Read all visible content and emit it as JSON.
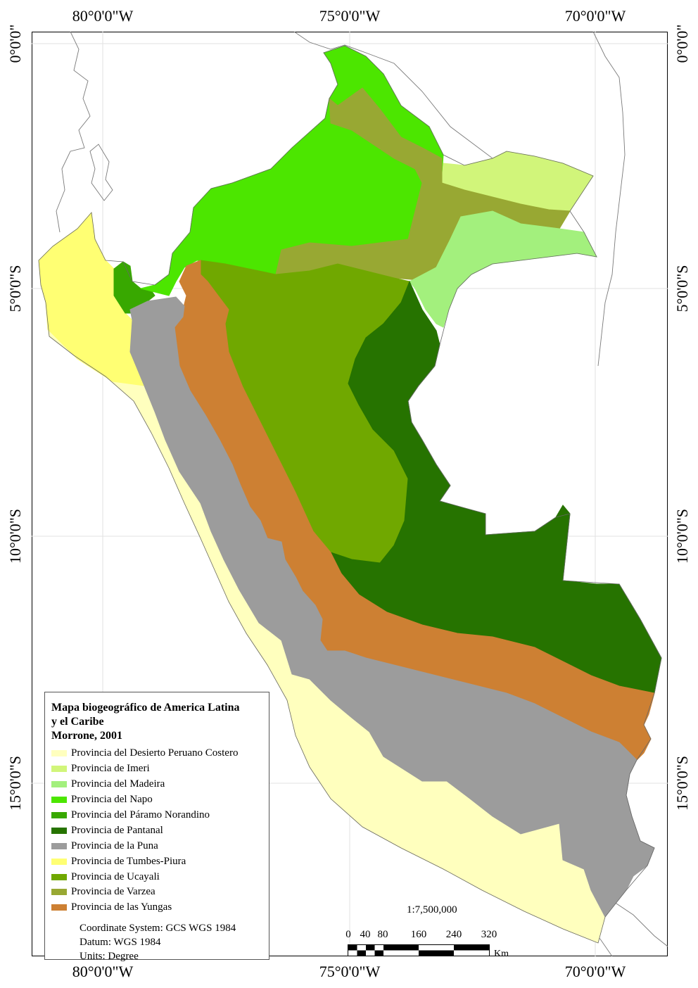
{
  "axes": {
    "top": [
      "80°0'0\"W",
      "75°0'0\"W",
      "70°0'0\"W"
    ],
    "bottom": [
      "80°0'0\"W",
      "75°0'0\"W",
      "70°0'0\"W"
    ],
    "left": [
      "0°0'0\"",
      "5°0'0\"S",
      "10°0'0\"S",
      "15°0'0\"S"
    ],
    "right": [
      "0°0'0\"",
      "5°0'0\"S",
      "10°0'0\"S",
      "15°0'0\"S"
    ]
  },
  "legend": {
    "title_lines": [
      "Mapa biogeográfico de America Latina",
      "y el Caribe",
      "Morrone, 2001"
    ],
    "items": [
      {
        "label": "Provincia del Desierto Peruano Costero",
        "color": "#FFFFBE"
      },
      {
        "label": "Provincia de Imeri",
        "color": "#D1F57A"
      },
      {
        "label": "Provincia del Madeira",
        "color": "#A3F07D"
      },
      {
        "label": "Provincia del Napo",
        "color": "#4CE600"
      },
      {
        "label": "Provincia del Páramo Norandino",
        "color": "#38A800"
      },
      {
        "label": "Provincia de Pantanal",
        "color": "#267300"
      },
      {
        "label": "Provincia de la Puna",
        "color": "#9C9C9C"
      },
      {
        "label": "Provincia de Tumbes-Piura",
        "color": "#FFFF73"
      },
      {
        "label": "Provincia de Ucayali",
        "color": "#70A800"
      },
      {
        "label": "Provincia de Varzea",
        "color": "#98A833"
      },
      {
        "label": "Provincia de las Yungas",
        "color": "#CD8033"
      }
    ],
    "footer": [
      "Coordinate System: GCS WGS 1984",
      "Datum: WGS 1984",
      "Units: Degree"
    ]
  },
  "scale": {
    "ratio": "1:7,500,000",
    "labels": [
      "0",
      "40",
      "80",
      "160",
      "240",
      "320"
    ],
    "unit": "Km"
  }
}
